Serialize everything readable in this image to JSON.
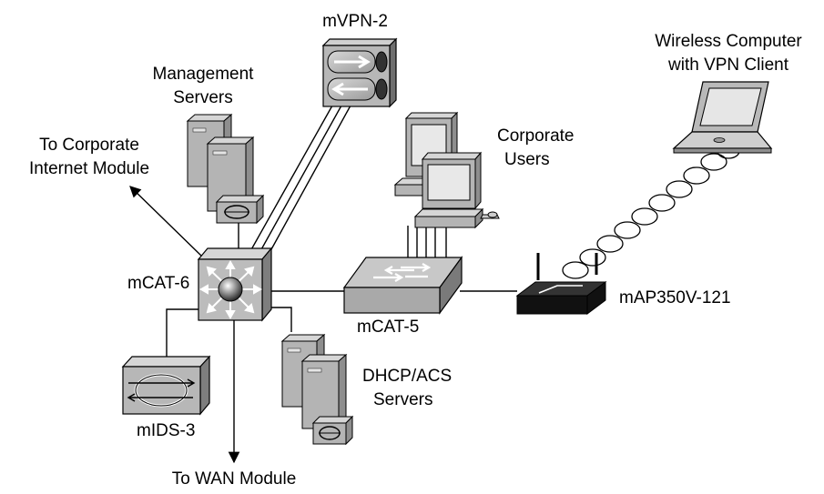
{
  "labels": {
    "mvpn": "mVPN-2",
    "mgmt_line1": "Management",
    "mgmt_line2": "Servers",
    "corp_inet_line1": "To Corporate",
    "corp_inet_line2": "Internet Module",
    "corp_users_line1": "Corporate",
    "corp_users_line2": "Users",
    "wireless_line1": "Wireless Computer",
    "wireless_line2": "with VPN Client",
    "mcat6": "mCAT-6",
    "mcat5": "mCAT-5",
    "ap": "mAP350V-121",
    "dhcp_line1": "DHCP/ACS",
    "dhcp_line2": "Servers",
    "mids": "mIDS-3",
    "wan": "To WAN Module"
  },
  "colors": {
    "device_face": "#b9b9b9",
    "device_top": "#d6d6d6",
    "device_side": "#8e8e8e",
    "ap_body": "#111111",
    "line": "#000000"
  }
}
